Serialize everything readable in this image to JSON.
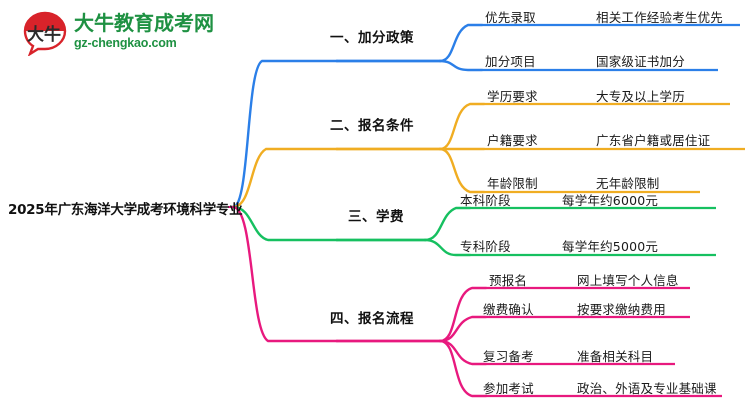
{
  "logo": {
    "mark_text": "大牛",
    "brand_cn": "大牛教育成考网",
    "brand_en": "gz-chengkao.com",
    "brand_color": "#1E9142",
    "mark_color": "#D8232A"
  },
  "mindmap": {
    "root": "2025年广东海洋大学成考环境科学专业",
    "branches": [
      {
        "label": "一、加分政策",
        "color": "#2B7FE8",
        "children": [
          {
            "label": "优先录取",
            "detail": "相关工作经验考生优先"
          },
          {
            "label": "加分项目",
            "detail": "国家级证书加分"
          }
        ]
      },
      {
        "label": "二、报名条件",
        "color": "#F0AD22",
        "children": [
          {
            "label": "学历要求",
            "detail": "大专及以上学历"
          },
          {
            "label": "户籍要求",
            "detail": "广东省户籍或居住证"
          },
          {
            "label": "年龄限制",
            "detail": "无年龄限制"
          }
        ]
      },
      {
        "label": "三、学费",
        "color": "#16C060",
        "children": [
          {
            "label": "本科阶段",
            "detail": "每学年约6000元"
          },
          {
            "label": "专科阶段",
            "detail": "每学年约5000元"
          }
        ]
      },
      {
        "label": "四、报名流程",
        "color": "#E8197E",
        "children": [
          {
            "label": "预报名",
            "detail": "网上填写个人信息"
          },
          {
            "label": "缴费确认",
            "detail": "按要求缴纳费用"
          },
          {
            "label": "复习备考",
            "detail": "准备相关科目"
          },
          {
            "label": "参加考试",
            "detail": "政治、外语及专业基础课"
          }
        ]
      }
    ]
  }
}
